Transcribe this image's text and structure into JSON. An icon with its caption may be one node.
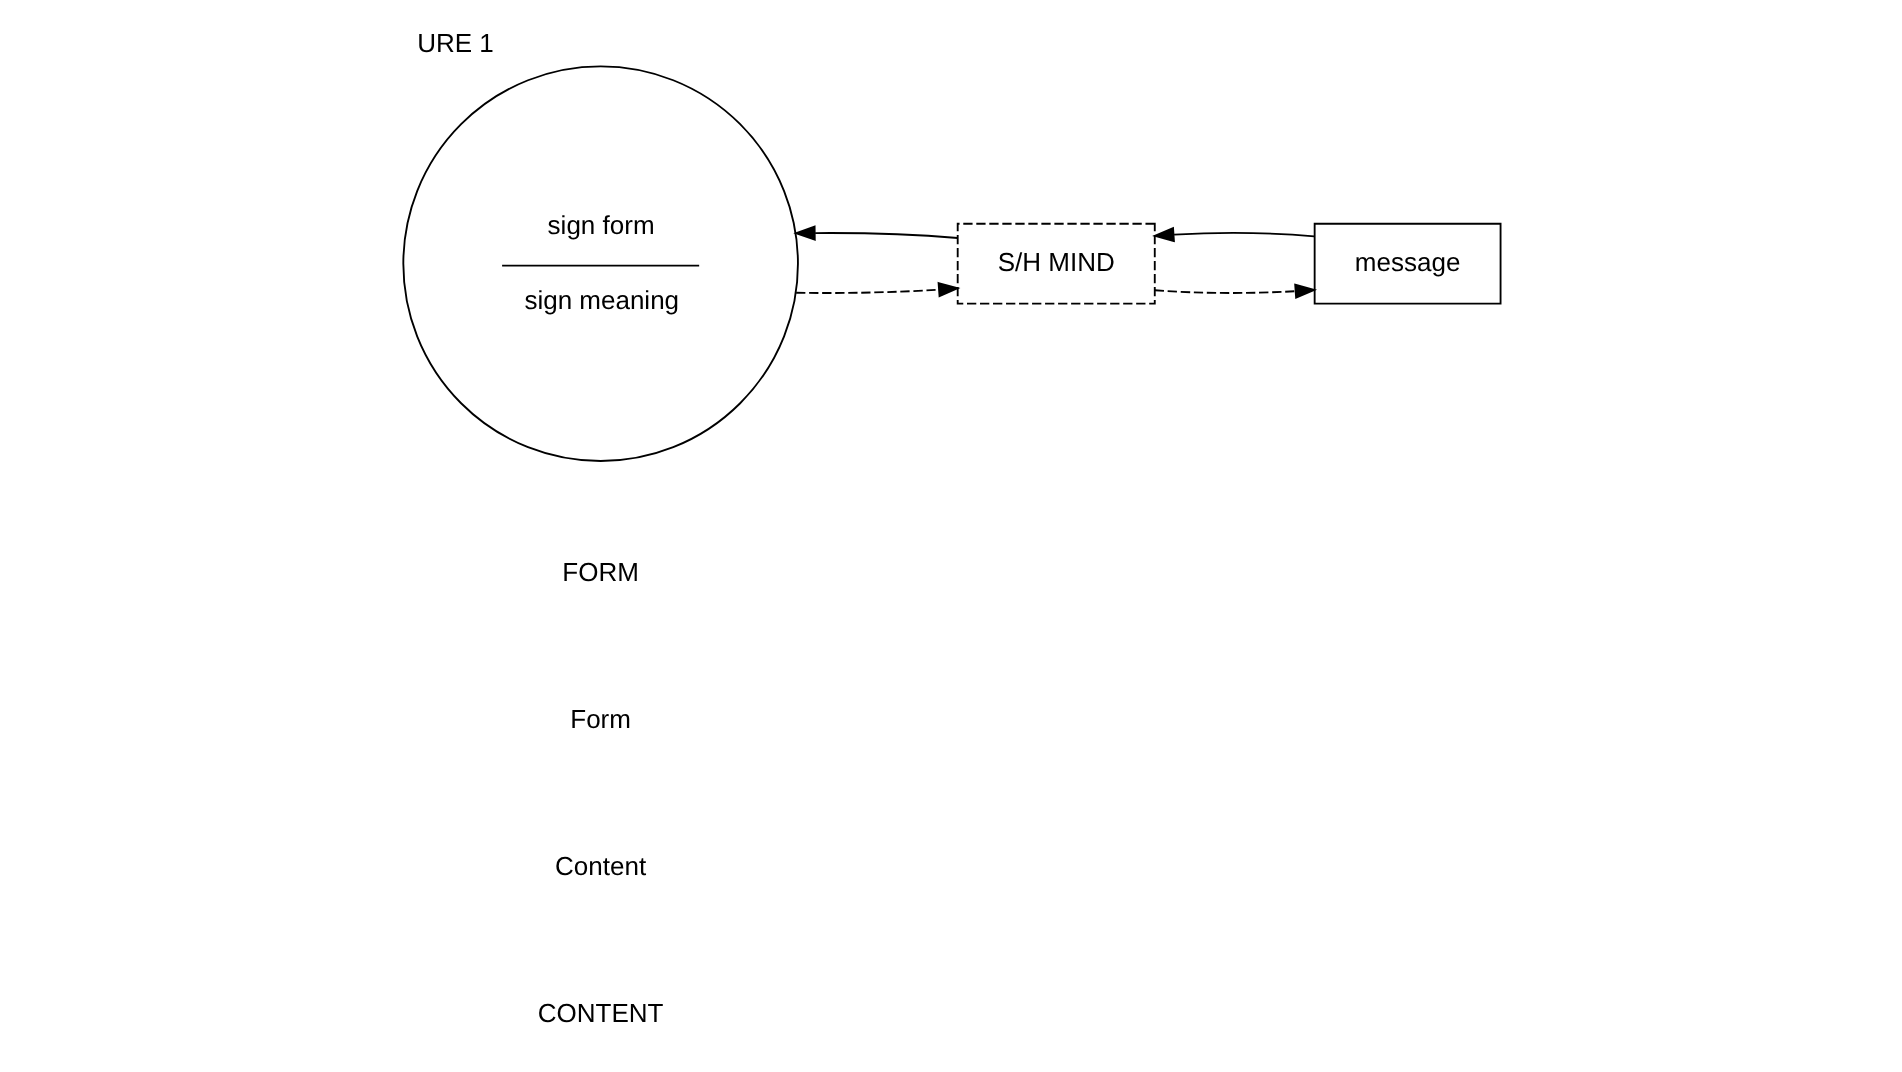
{
  "diagram": {
    "title": "URE 1",
    "nodes": [
      {
        "text": [
          "sign form",
          "sign meaning"
        ]
      },
      {
        "text": [
          "S/H MIND"
        ]
      },
      {
        "text": [
          "message"
        ]
      }
    ],
    "edges": [
      {
        "from": 0,
        "to": 1,
        "arrow": "to",
        "style": "dashed"
      },
      {
        "from": 1,
        "to": 0,
        "arrow": "to"
      },
      {
        "from": 1,
        "to": 2,
        "arrow": "to",
        "style": "dashed"
      },
      {
        "from": 2,
        "to": 1,
        "arrow": "to"
      }
    ],
    "labels": [
      "FORM",
      "Form",
      "Content",
      "CONTENT"
    ]
  }
}
